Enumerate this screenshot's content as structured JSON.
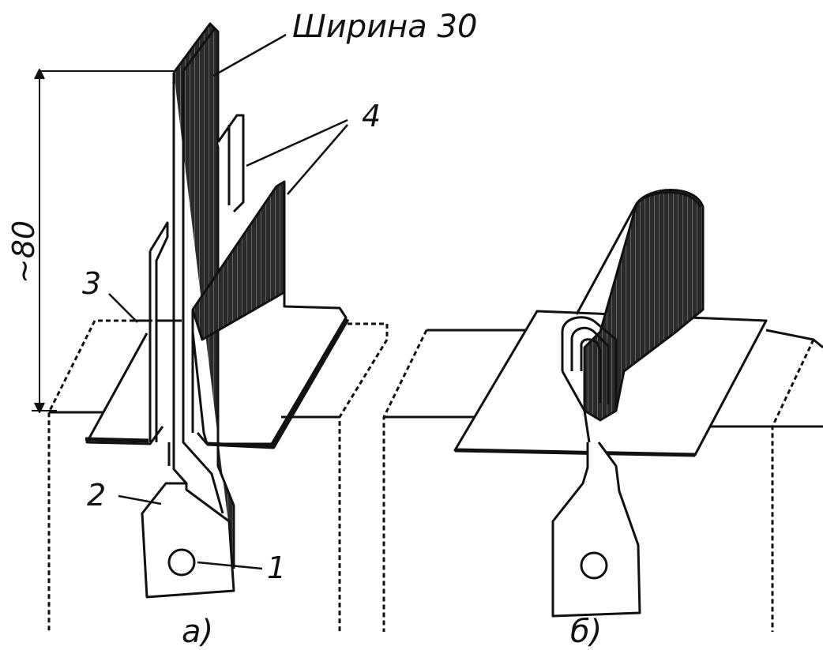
{
  "labels": {
    "width": "Ширина 30",
    "dimension": "~80",
    "part1": "1",
    "part2": "2",
    "part3": "3",
    "part4": "4"
  },
  "captions": {
    "a": "а)",
    "b": "б)"
  },
  "colors": {
    "ink": "#111111",
    "paper": "#ffffff",
    "shade": "#4a4a4a"
  }
}
